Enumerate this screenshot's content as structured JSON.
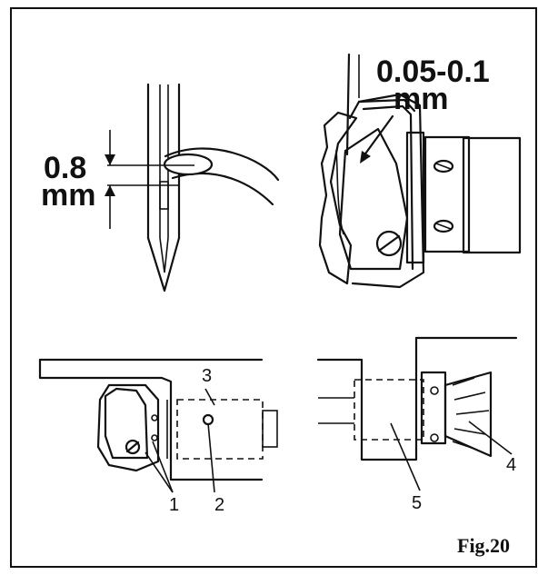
{
  "callouts": {
    "gap_needle_value": "0.8",
    "gap_needle_unit": "mm",
    "gap_hook_value": "0.05-0.1",
    "gap_hook_unit": "mm"
  },
  "part_numbers": [
    "1",
    "2",
    "3",
    "4",
    "5"
  ],
  "figure_label": "Fig.20",
  "colors": {
    "ink": "#111111",
    "paper": "#ffffff"
  }
}
